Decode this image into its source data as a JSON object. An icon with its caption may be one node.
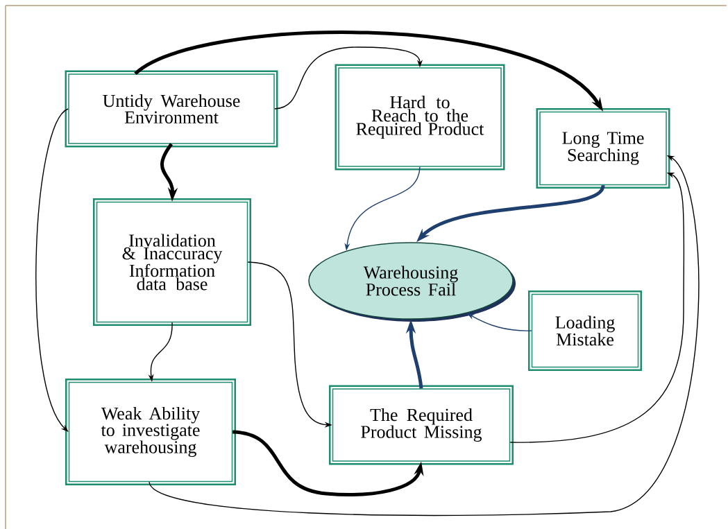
{
  "diagram": {
    "nodes": [
      {
        "text": [
          "Untidy Warehouse Environment"
        ]
      },
      {
        "text": [
          "Hard to Reach to the Required Product"
        ]
      },
      {
        "text": [
          "Long Time Searching"
        ]
      },
      {
        "text": [
          "Invalidation & Inaccuracy Information data base"
        ]
      },
      {
        "text": [
          "Warehousing Process Fail"
        ]
      },
      {
        "text": [
          "Loading Mistake"
        ]
      },
      {
        "text": [
          "Weak Ability to investigate warehousing"
        ]
      },
      {
        "text": [
          "The Required Product Missing"
        ]
      }
    ],
    "edges": [
      {
        "from": 0,
        "to": 2,
        "arrow": "to",
        "style": "thick"
      },
      {
        "from": 0,
        "to": 1,
        "arrow": "to"
      },
      {
        "from": 0,
        "to": 3,
        "arrow": "to",
        "style": "thick"
      },
      {
        "from": 0,
        "to": 6,
        "arrow": "to"
      },
      {
        "from": 3,
        "to": 6,
        "arrow": "to"
      },
      {
        "from": 3,
        "to": 7,
        "arrow": "to"
      },
      {
        "from": 1,
        "to": 4,
        "arrow": "to",
        "color": "#1f3f6e"
      },
      {
        "from": 2,
        "to": 4,
        "arrow": "to",
        "style": "thick",
        "color": "#1f3f6e"
      },
      {
        "from": 5,
        "to": 4,
        "arrow": "to",
        "color": "#1f3f6e"
      },
      {
        "from": 7,
        "to": 4,
        "arrow": "to",
        "style": "thick",
        "color": "#1f3f6e"
      },
      {
        "from": 6,
        "to": 7,
        "arrow": "to",
        "style": "thick"
      },
      {
        "from": 7,
        "to": 2,
        "arrow": "to"
      },
      {
        "from": 6,
        "to": 2,
        "arrow": "to"
      }
    ]
  }
}
